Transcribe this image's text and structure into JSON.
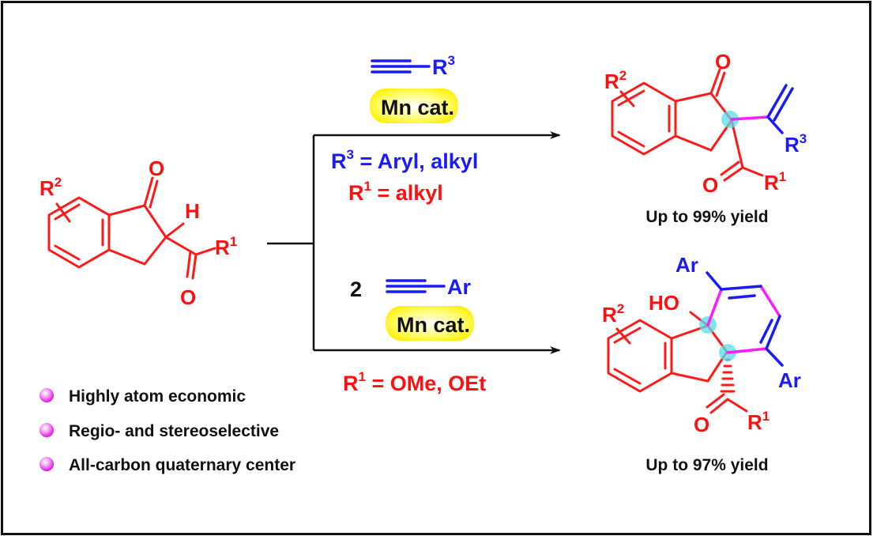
{
  "colors": {
    "scaffold": "#ff1a1a",
    "alkyne": "#1a1aff",
    "new_bond": "#ff1aff",
    "quaternary_highlight": "#55dde8",
    "catalyst_highlight": "#ffff33",
    "text": "#111111"
  },
  "starting_material": {
    "labels": {
      "r2": "R",
      "r2_sup": "2",
      "ketone_o": "O",
      "h": "H",
      "acyl_o": "O",
      "r1": "R",
      "r1_sup": "1"
    }
  },
  "top_route": {
    "reagent": {
      "alkyne_sub": "R",
      "alkyne_sub_sup": "3"
    },
    "catalyst": "Mn cat.",
    "conditions": [
      {
        "text": "R",
        "sup": "3",
        "rest": " = Aryl, alkyl",
        "color": "blue"
      },
      {
        "text": "R",
        "sup": "1",
        "rest": " = alkyl",
        "color": "red"
      }
    ],
    "product": {
      "labels": {
        "r2": "R",
        "r2_sup": "2",
        "ketone_o": "O",
        "r3": "R",
        "r3_sup": "3",
        "acyl_o": "O",
        "r1": "R",
        "r1_sup": "1"
      },
      "yield": "Up to 99% yield"
    }
  },
  "bottom_route": {
    "reagent": {
      "equiv": "2",
      "alkyne_sub": "Ar"
    },
    "catalyst": "Mn cat.",
    "conditions": [
      {
        "text": "R",
        "sup": "1",
        "rest": " = OMe, OEt",
        "color": "red"
      }
    ],
    "product": {
      "labels": {
        "ar_top": "Ar",
        "ho": "HO",
        "r2": "R",
        "r2_sup": "2",
        "ar_right": "Ar",
        "acyl_o": "O",
        "r1": "R",
        "r1_sup": "1"
      },
      "yield": "Up to 97% yield"
    }
  },
  "features": [
    "Highly atom economic",
    "Regio- and stereoselective",
    "All-carbon quaternary center"
  ]
}
